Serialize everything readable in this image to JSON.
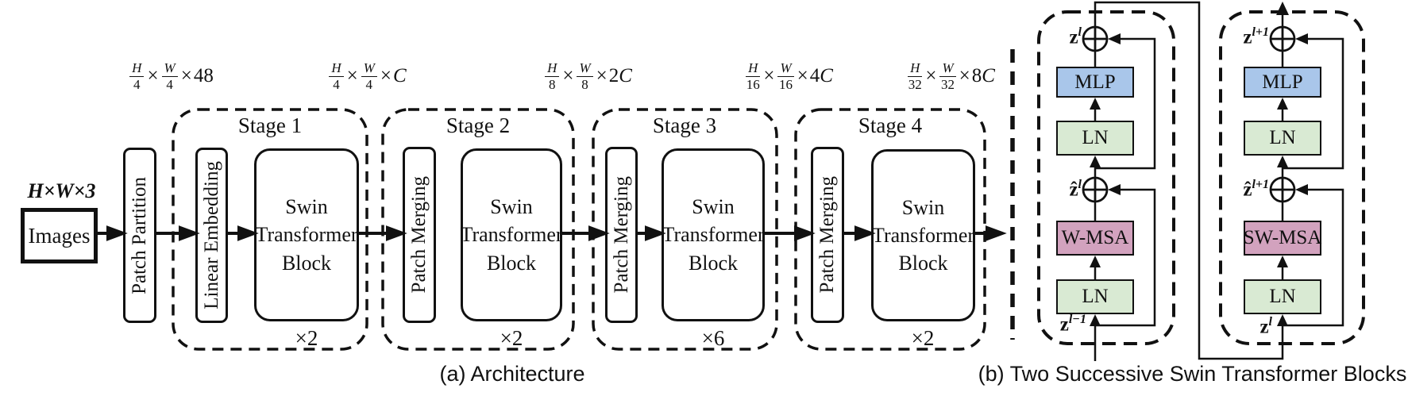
{
  "symbols": {
    "times": "×"
  },
  "colors": {
    "mlp": "#a9c6ea",
    "ln": "#d9ead3",
    "msa": "#d2a2be",
    "line": "#111111"
  },
  "architecture": {
    "input_label": "H×W×3",
    "input_box": "Images",
    "patch_partition": "Patch Partition",
    "dim_labels": [
      {
        "num1": "H",
        "den1": "4",
        "num2": "W",
        "den2": "4",
        "mult_num": "48",
        "mult_var": ""
      },
      {
        "num1": "H",
        "den1": "4",
        "num2": "W",
        "den2": "4",
        "mult_num": "",
        "mult_var": "C"
      },
      {
        "num1": "H",
        "den1": "8",
        "num2": "W",
        "den2": "8",
        "mult_num": "2",
        "mult_var": "C"
      },
      {
        "num1": "H",
        "den1": "16",
        "num2": "W",
        "den2": "16",
        "mult_num": "4",
        "mult_var": "C"
      },
      {
        "num1": "H",
        "den1": "32",
        "num2": "W",
        "den2": "32",
        "mult_num": "8",
        "mult_var": "C"
      }
    ],
    "stages": [
      {
        "name": "Stage 1",
        "module": "Linear Embedding",
        "block": "Swin Transformer Block",
        "repeat": "×2"
      },
      {
        "name": "Stage 2",
        "module": "Patch Merging",
        "block": "Swin Transformer Block",
        "repeat": "×2"
      },
      {
        "name": "Stage 3",
        "module": "Patch Merging",
        "block": "Swin Transformer Block",
        "repeat": "×6"
      },
      {
        "name": "Stage 4",
        "module": "Patch Merging",
        "block": "Swin Transformer Block",
        "repeat": "×2"
      }
    ]
  },
  "blocks": {
    "left": {
      "mlp": "MLP",
      "ln_mid": "LN",
      "msa": "W-MSA",
      "ln_bottom": "LN",
      "out_label": {
        "base": "z",
        "sup": "l"
      },
      "mid_label": {
        "base": "ẑ",
        "sup": "l"
      },
      "in_label": {
        "base": "z",
        "sup": "l−1"
      }
    },
    "right": {
      "mlp": "MLP",
      "ln_mid": "LN",
      "msa": "SW-MSA",
      "ln_bottom": "LN",
      "out_label": {
        "base": "z",
        "sup": "l+1"
      },
      "mid_label": {
        "base": "ẑ",
        "sup": "l+1"
      },
      "in_label": {
        "base": "z",
        "sup": "l"
      }
    }
  },
  "captions": {
    "a": "(a) Architecture",
    "b": "(b) Two Successive Swin Transformer Blocks"
  }
}
